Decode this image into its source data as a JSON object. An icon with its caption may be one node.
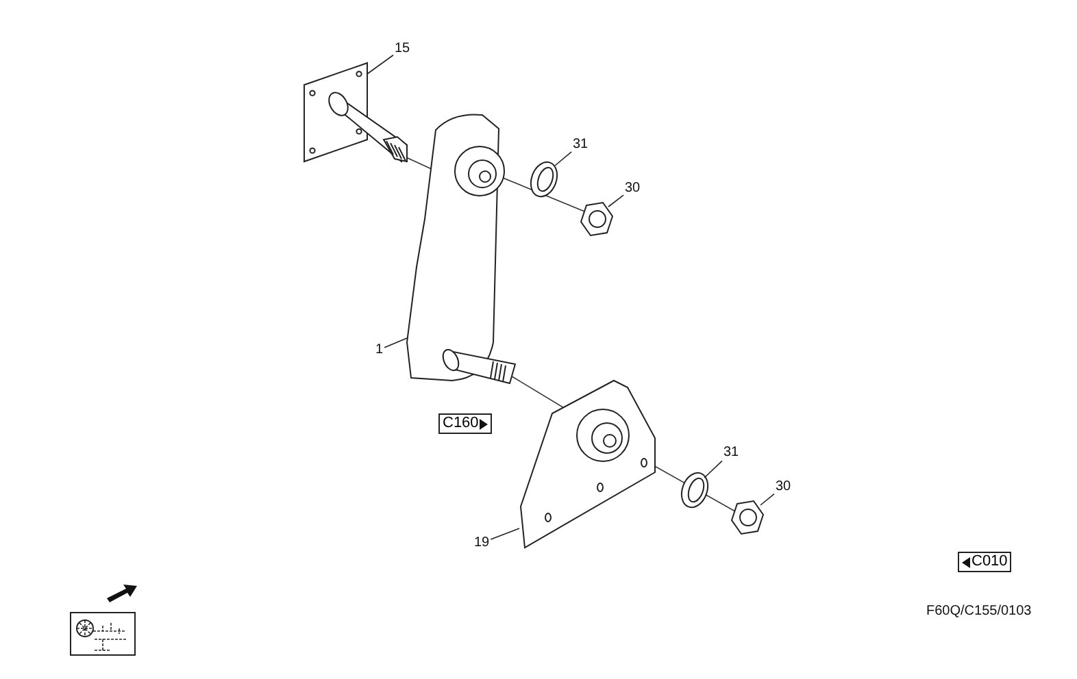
{
  "diagram": {
    "nodes": [
      {
        "text": [
          "15"
        ]
      },
      {
        "text": [
          "31"
        ]
      },
      {
        "text": [
          "30"
        ]
      },
      {
        "text": [
          "1"
        ]
      },
      {
        "text": [
          "C160"
        ]
      },
      {
        "text": [
          "31"
        ]
      },
      {
        "text": [
          "30"
        ]
      },
      {
        "text": [
          "19"
        ]
      },
      {
        "text": [
          "C010"
        ]
      },
      {
        "text": [],
        "shape": "picture"
      },
      {
        "text": [],
        "shape": "picture"
      },
      {
        "text": [],
        "shape": "picture"
      },
      {
        "text": [],
        "shape": "picture"
      },
      {
        "text": [],
        "shape": "picture"
      },
      {
        "text": [],
        "shape": "picture"
      },
      {
        "text": [],
        "shape": "picture"
      }
    ],
    "edges": [
      {
        "from": 0,
        "to": 9,
        "arrow": "none"
      },
      {
        "from": 1,
        "to": 11,
        "arrow": "none"
      },
      {
        "from": 2,
        "to": 12,
        "arrow": "none"
      },
      {
        "from": 3,
        "to": 10,
        "arrow": "none"
      },
      {
        "from": 5,
        "to": 14,
        "arrow": "none"
      },
      {
        "from": 6,
        "to": 15,
        "arrow": "none"
      },
      {
        "from": 7,
        "to": 13,
        "arrow": "none"
      }
    ],
    "labels": [
      "F60Q/C155/0103"
    ]
  }
}
